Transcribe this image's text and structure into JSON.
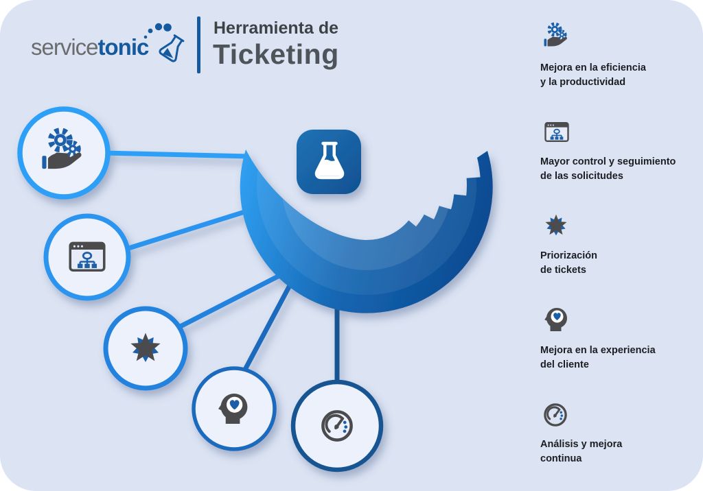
{
  "header": {
    "logo": {
      "text_gray": "service",
      "text_blue": "tonic"
    },
    "subtitle": "Herramienta de",
    "title": "Ticketing"
  },
  "colors": {
    "background": "#dce4f3",
    "brand_blue": "#15599f",
    "icon_blue": "#1b5fa8",
    "icon_gray": "#4c4c4e",
    "swoosh_start": "#31a0f2",
    "swoosh_mid": "#1566b2",
    "swoosh_end": "#0c4a91",
    "tile_start": "#2173b6",
    "tile_end": "#0f5192",
    "text_dark": "#1b1d22"
  },
  "diagram": {
    "center_icon": "flask-app-icon",
    "bubbles": [
      {
        "icon": "hand-gears-icon",
        "ring_color": "#2d9ff6"
      },
      {
        "icon": "browser-orgchart-icon",
        "ring_color": "#2b94ef"
      },
      {
        "icon": "star-badge-icon",
        "ring_color": "#2282de"
      },
      {
        "icon": "head-heart-icon",
        "ring_color": "#1c6bbd"
      },
      {
        "icon": "gauge-icon",
        "ring_color": "#175492"
      }
    ]
  },
  "benefits": [
    {
      "icon": "hand-gears-icon",
      "lines": [
        "Mejora en la eficiencia",
        "y la productividad"
      ]
    },
    {
      "icon": "browser-orgchart-icon",
      "lines": [
        "Mayor control y seguimiento",
        "de las solicitudes"
      ]
    },
    {
      "icon": "star-badge-icon",
      "lines": [
        "Priorización",
        "de tickets"
      ]
    },
    {
      "icon": "head-heart-icon",
      "lines": [
        "Mejora en la experiencia",
        "del cliente"
      ]
    },
    {
      "icon": "gauge-icon",
      "lines": [
        "Análisis y mejora",
        "continua"
      ]
    }
  ]
}
